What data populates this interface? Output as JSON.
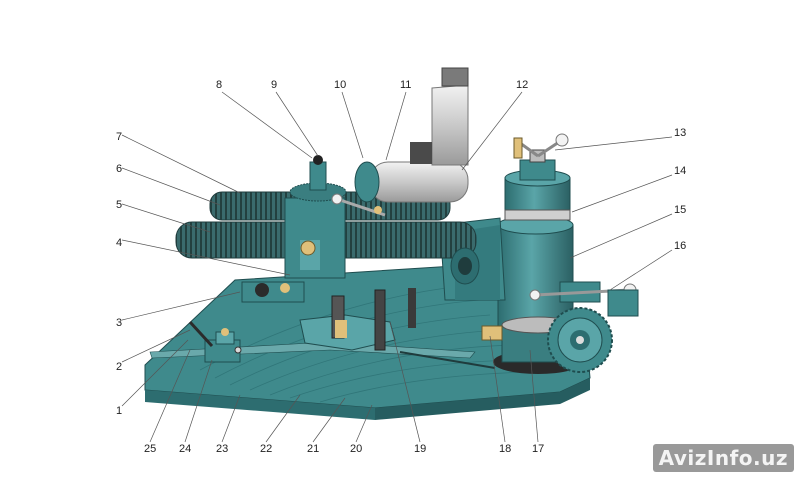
{
  "colors": {
    "body": "#3f8a8c",
    "body_dark": "#2d6d70",
    "body_light": "#5aa5a8",
    "thread": "#2c4f50",
    "steel": "#d9d9d9",
    "accent": "#e0c07a",
    "background": "#ffffff"
  },
  "callouts": [
    {
      "id": "c1",
      "text": "1"
    },
    {
      "id": "c2",
      "text": "2"
    },
    {
      "id": "c3",
      "text": "3"
    },
    {
      "id": "c4",
      "text": "4"
    },
    {
      "id": "c5",
      "text": "5"
    },
    {
      "id": "c6",
      "text": "6"
    },
    {
      "id": "c7",
      "text": "7"
    },
    {
      "id": "c8",
      "text": "8"
    },
    {
      "id": "c9",
      "text": "9"
    },
    {
      "id": "c10",
      "text": "10"
    },
    {
      "id": "c11",
      "text": "11"
    },
    {
      "id": "c12",
      "text": "12"
    },
    {
      "id": "c13",
      "text": "13"
    },
    {
      "id": "c14",
      "text": "14"
    },
    {
      "id": "c15",
      "text": "15"
    },
    {
      "id": "c16",
      "text": "16"
    },
    {
      "id": "c17",
      "text": "17"
    },
    {
      "id": "c18",
      "text": "18"
    },
    {
      "id": "c19",
      "text": "19"
    },
    {
      "id": "c20",
      "text": "20"
    },
    {
      "id": "c21",
      "text": "21"
    },
    {
      "id": "c22",
      "text": "22"
    },
    {
      "id": "c23",
      "text": "23"
    },
    {
      "id": "c24",
      "text": "24"
    },
    {
      "id": "c25",
      "text": "25"
    }
  ],
  "watermark": "AvizInfo.uz"
}
